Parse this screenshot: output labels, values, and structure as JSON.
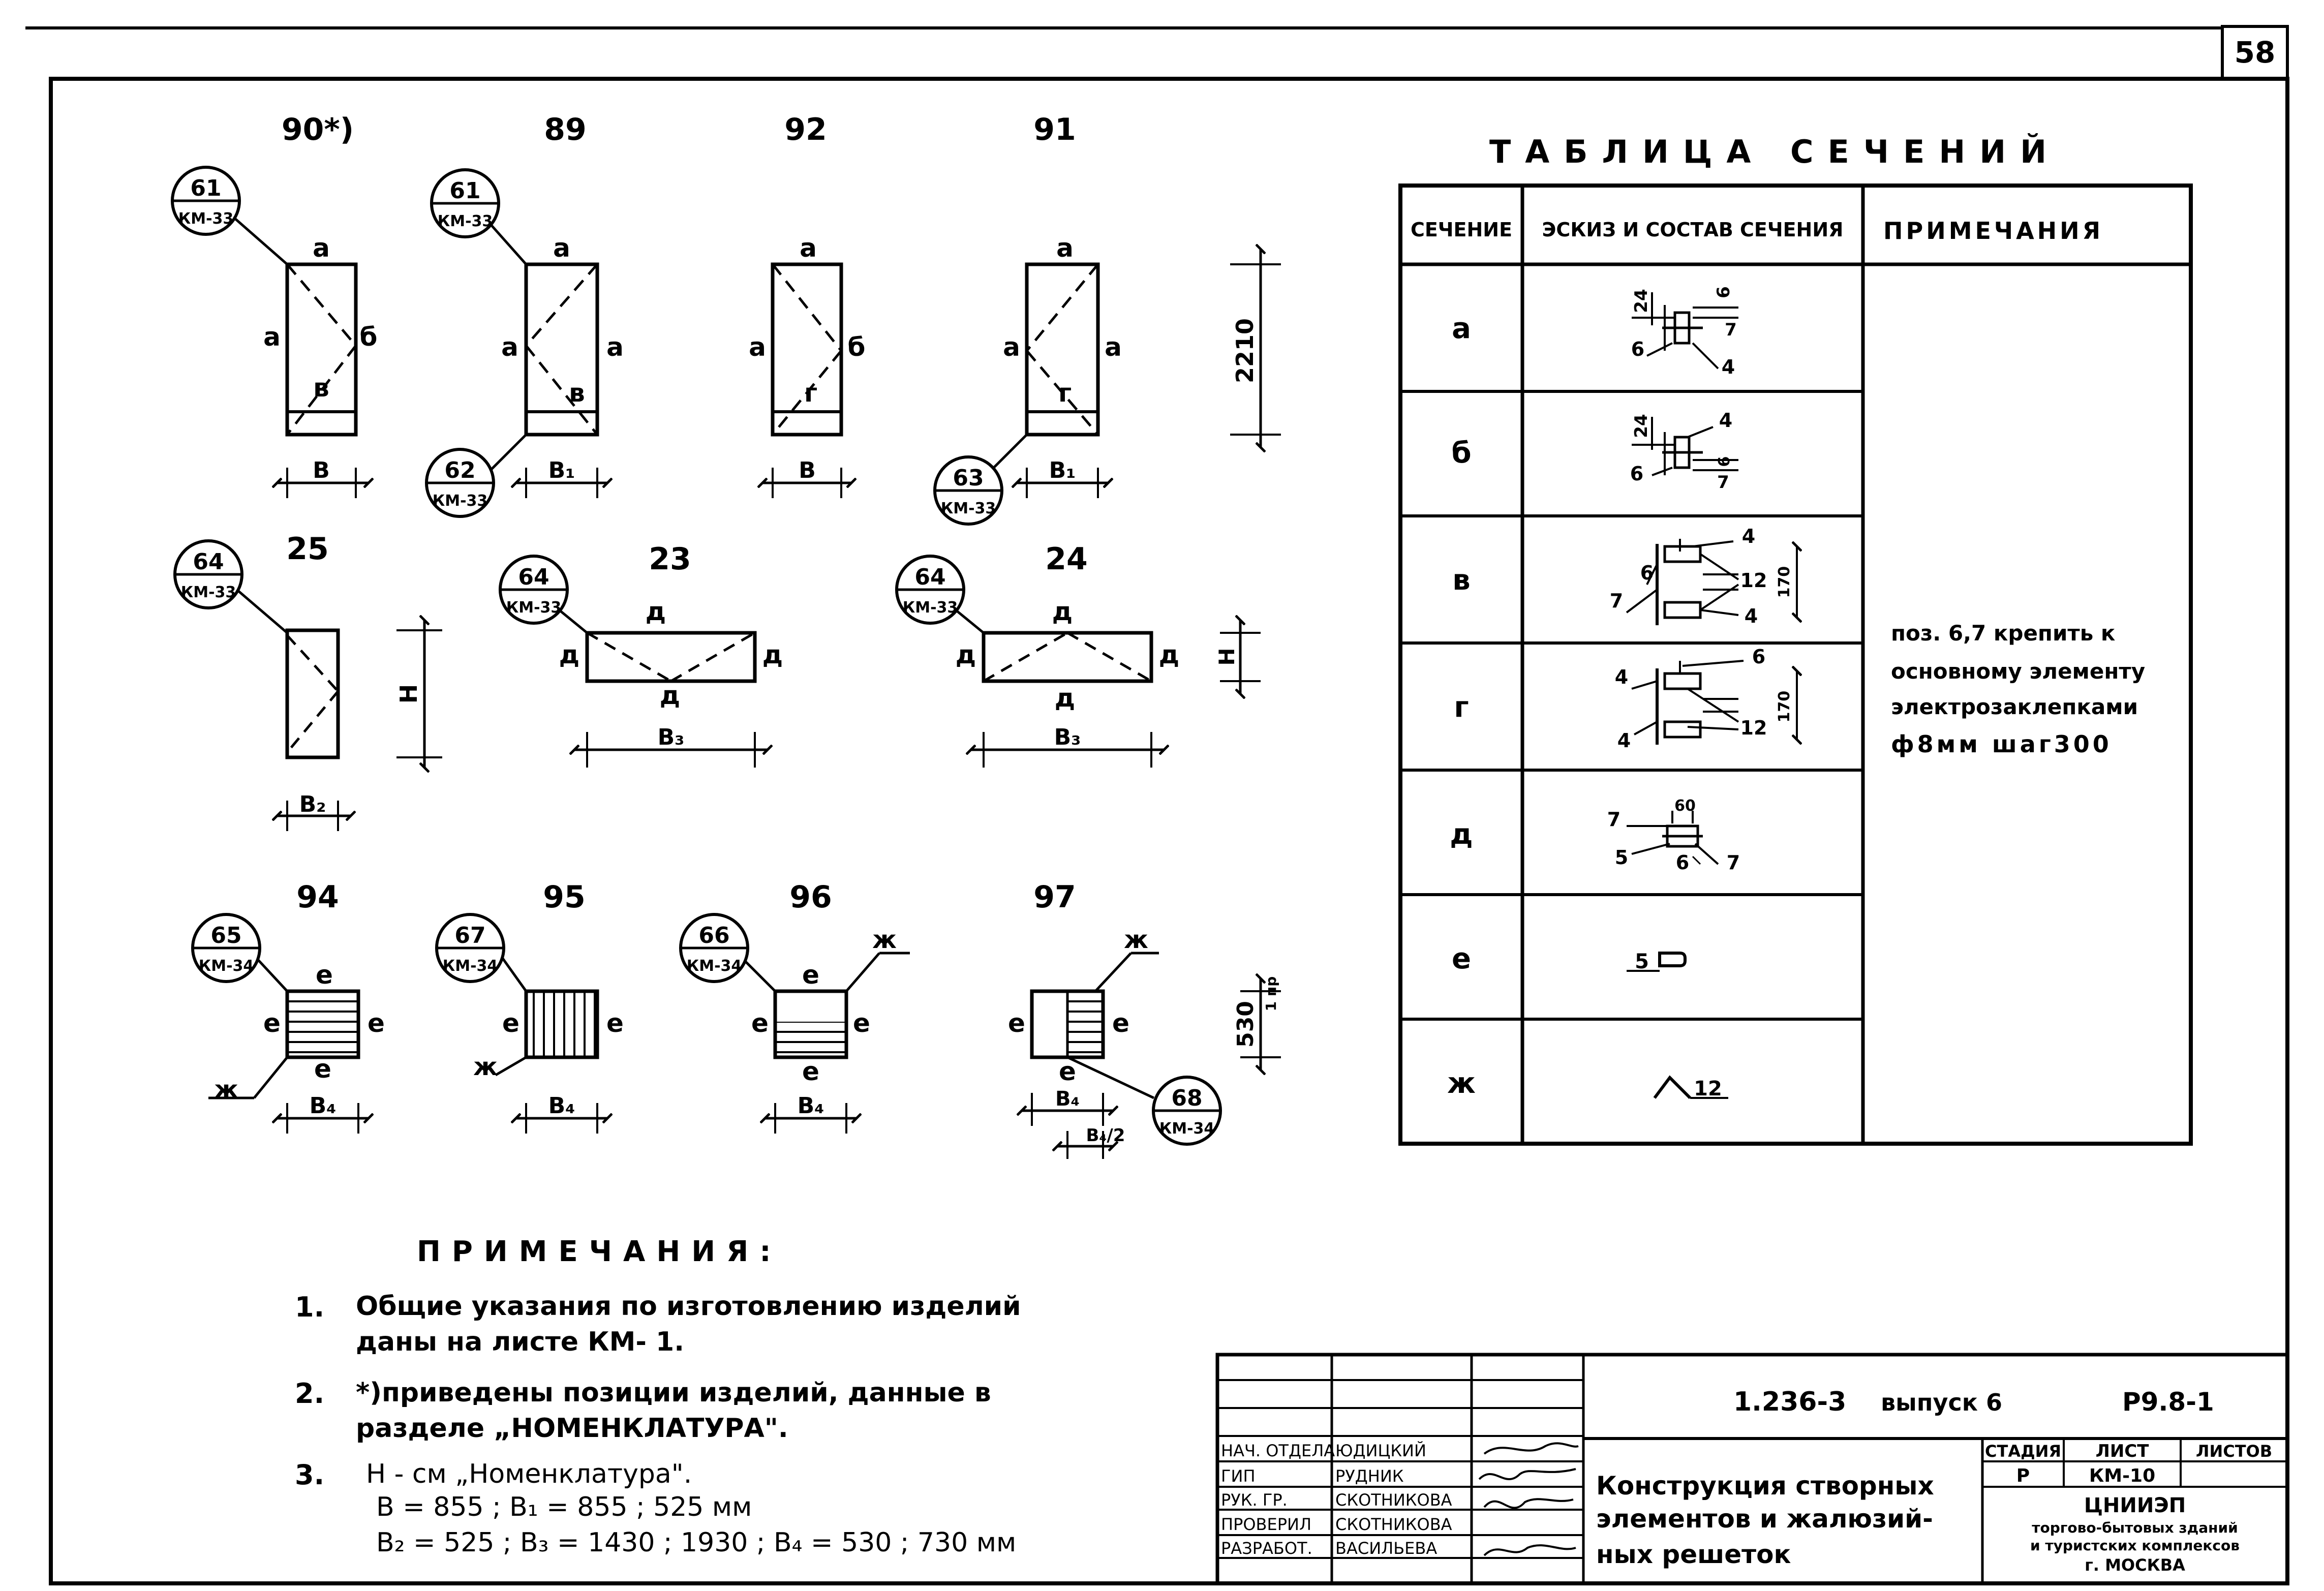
{
  "sheet_number": "58",
  "parts": [
    {
      "number": "90*)",
      "callouts": [
        {
          "circle": "61",
          "ref": "КМ-33"
        }
      ],
      "labels": [
        "а",
        "а",
        "б",
        "в"
      ],
      "width": "В"
    },
    {
      "number": "89",
      "callouts": [
        {
          "circle": "61",
          "ref": "КМ-33"
        },
        {
          "circle": "62",
          "ref": "КМ-33"
        }
      ],
      "labels": [
        "а",
        "а",
        "а",
        "в"
      ],
      "width": "В₁"
    },
    {
      "number": "92",
      "callouts": [],
      "labels": [
        "а",
        "а",
        "б",
        "г"
      ],
      "width": "В"
    },
    {
      "number": "91",
      "callouts": [
        {
          "circle": "63",
          "ref": "КМ-33"
        }
      ],
      "labels": [
        "а",
        "а",
        "а",
        "г"
      ],
      "width": "В₁"
    },
    {
      "number": "25",
      "callouts": [
        {
          "circle": "64",
          "ref": "КМ-33"
        }
      ],
      "labels": [],
      "width": "В₂",
      "height": "Н"
    },
    {
      "number": "23",
      "callouts": [
        {
          "circle": "64",
          "ref": "КМ-33"
        }
      ],
      "labels": [
        "д",
        "д",
        "д",
        "д"
      ],
      "width": "В₃"
    },
    {
      "number": "24",
      "callouts": [
        {
          "circle": "64",
          "ref": "КМ-33"
        }
      ],
      "labels": [
        "д",
        "д",
        "д",
        "д"
      ],
      "width": "В₃",
      "height": "Н"
    },
    {
      "number": "94",
      "callouts": [
        {
          "circle": "65",
          "ref": "КМ-34"
        }
      ],
      "labels": [
        "е",
        "е",
        "е",
        "е",
        "ж"
      ],
      "width": "В₄"
    },
    {
      "number": "95",
      "callouts": [
        {
          "circle": "67",
          "ref": "КМ-34"
        }
      ],
      "labels": [
        "е",
        "е",
        "ж"
      ],
      "width": "В₄"
    },
    {
      "number": "96",
      "callouts": [
        {
          "circle": "66",
          "ref": "КМ-34"
        }
      ],
      "labels": [
        "е",
        "е",
        "е",
        "е",
        "ж"
      ],
      "width": "В₄"
    },
    {
      "number": "97",
      "callouts": [
        {
          "circle": "68",
          "ref": "КМ-34"
        }
      ],
      "labels": [
        "е",
        "е",
        "е",
        "ж"
      ],
      "width": "В₄",
      "sub_width": "В₄/2"
    }
  ],
  "dims": {
    "d2210": "2210",
    "d530": "530",
    "d530_note": "1 пр"
  },
  "table": {
    "title": "ТАБЛИЦА СЕЧЕНИЙ",
    "headers": [
      "СЕЧЕНИЕ",
      "ЭСКИЗ И СОСТАВ СЕЧЕНИЯ",
      "ПРИМЕЧАНИЯ"
    ],
    "rows": [
      {
        "section": "а",
        "marks": [
          "24",
          "6",
          "7",
          "6",
          "4"
        ]
      },
      {
        "section": "б",
        "marks": [
          "24",
          "4",
          "6",
          "6",
          "7"
        ]
      },
      {
        "section": "в",
        "marks": [
          "4",
          "6",
          "12",
          "7",
          "4",
          "170"
        ]
      },
      {
        "section": "г",
        "marks": [
          "6",
          "4",
          "12",
          "4",
          "170"
        ]
      },
      {
        "section": "д",
        "marks": [
          "60",
          "7",
          "5",
          "6",
          "7"
        ]
      },
      {
        "section": "е",
        "marks": [
          "5"
        ]
      },
      {
        "section": "ж",
        "marks": [
          "12"
        ]
      }
    ],
    "note_lines": [
      "поз. 6,7 крепить к",
      "основному элементу",
      "электрозаклепками",
      "ф8мм шаг300"
    ]
  },
  "notes": {
    "title": "ПРИМЕЧАНИЯ:",
    "items": [
      {
        "num": "1.",
        "lines": [
          "Общие указания по изготовлению изделий",
          "даны на листе КМ- 1."
        ]
      },
      {
        "num": "2.",
        "lines": [
          "*)приведены позиции изделий, данные в",
          "разделе „НОМЕНКЛАТУРА\"."
        ]
      },
      {
        "num": "3.",
        "lines": [
          "Н - см „Номенклатура\".",
          "В = 855 ; В₁ = 855 ; 525 мм",
          "В₂ = 525 ; В₃ = 1430 ; 1930 ; В₄ = 530 ; 730 мм"
        ]
      }
    ]
  },
  "title_block": {
    "code": "1.236-3",
    "issue": "выпуск 6",
    "sheet_code": "Р9.8-1",
    "roles": [
      "НАЧ. ОТДЕЛА",
      "ГИП",
      "РУК. ГР.",
      "ПРОВЕРИЛ",
      "РАЗРАБОТ."
    ],
    "names": [
      "ЮДИЦКИЙ",
      "РУДНИК",
      "СКОТНИКОВА",
      "СКОТНИКОВА",
      "ВАСИЛЬЕВА"
    ],
    "title_lines": [
      "Конструкция створных",
      "элементов и жалюзий-",
      "ных решеток"
    ],
    "col_heads": [
      "СТАДИЯ",
      "ЛИСТ",
      "ЛИСТОВ"
    ],
    "stage": "Р",
    "sheet": "КМ-10",
    "org_lines": [
      "ЦНИИЭП",
      "торгово-бытовых зданий",
      "и туристских комплексов",
      "г. МОСКВА"
    ]
  }
}
